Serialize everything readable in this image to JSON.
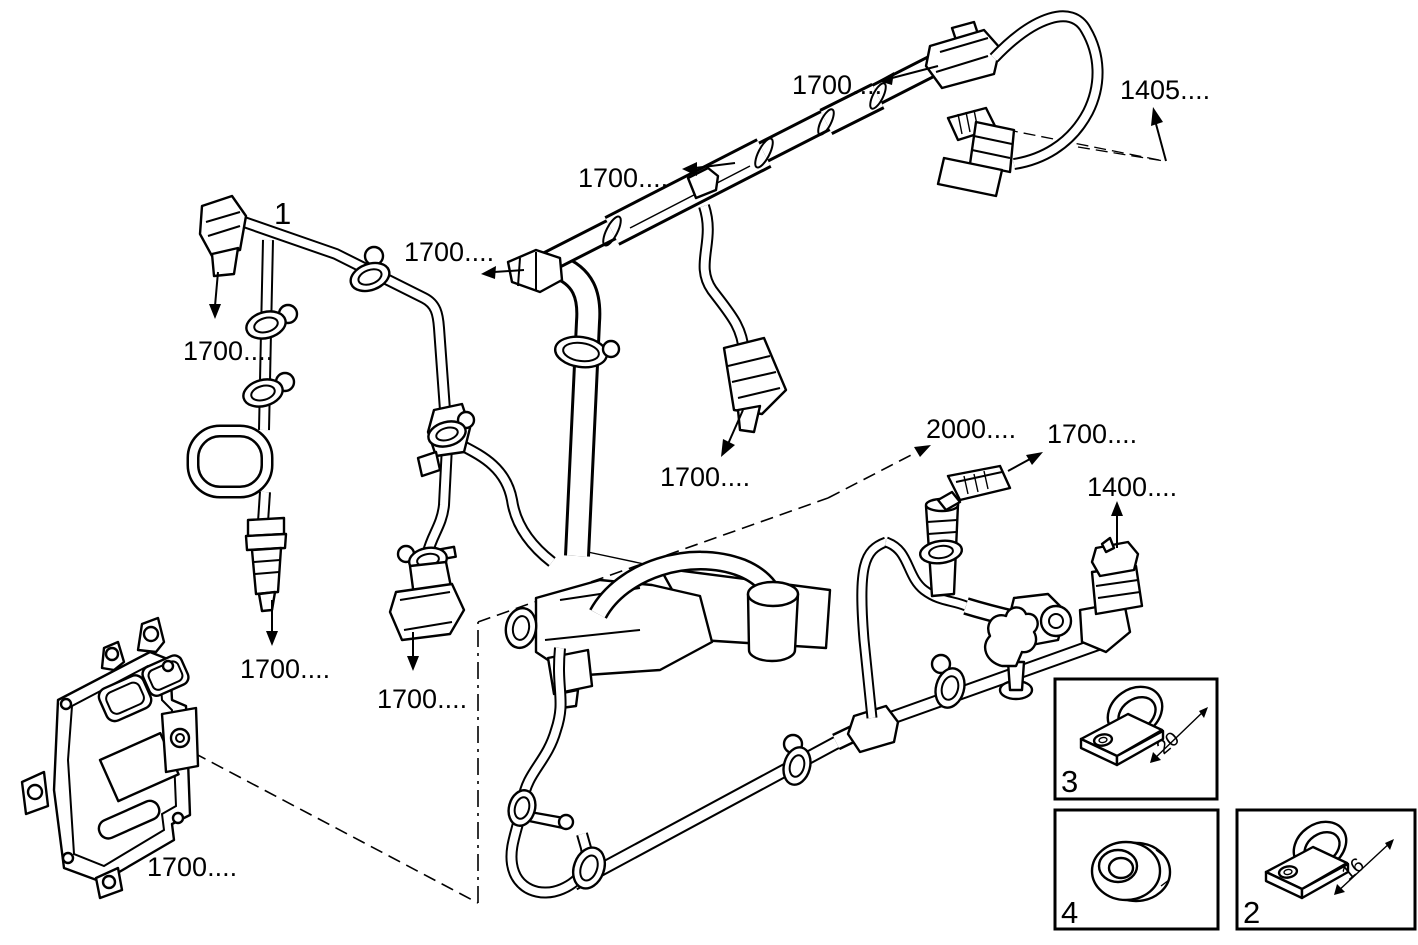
{
  "figure": {
    "background": "#ffffff",
    "ink": "#000000",
    "description": "Exploded parts-catalogue line diagram of an engine wiring harness / electric cable installation with ECU, connectors, clips and part-number callouts"
  },
  "annotations": [
    {
      "id": "callout-1",
      "text": "1"
    },
    {
      "id": "part-left-sensor-connector",
      "text": "1700...."
    },
    {
      "id": "part-left-harness-fitting",
      "text": "1700...."
    },
    {
      "id": "part-trunk-branch",
      "text": "1700...."
    },
    {
      "id": "part-trunk-top",
      "text": "1700...."
    },
    {
      "id": "part-sensor-cable-loop",
      "text": "1405...."
    },
    {
      "id": "part-center-branch-connector",
      "text": "1700...."
    },
    {
      "id": "part-harness-zone",
      "text": "2000...."
    },
    {
      "id": "part-right-sensor-plug",
      "text": "1700...."
    },
    {
      "id": "part-right-end-connector",
      "text": "1400...."
    },
    {
      "id": "part-left-glow-connector",
      "text": "1700...."
    },
    {
      "id": "part-left-mount-connector",
      "text": "1700...."
    },
    {
      "id": "part-ecu-harness",
      "text": "1700...."
    }
  ],
  "insets": [
    {
      "id": "clamp-large",
      "number": "3",
      "dimension": "20"
    },
    {
      "id": "grommet-nut",
      "number": "4",
      "dimension": ""
    },
    {
      "id": "clamp-small",
      "number": "2",
      "dimension": "16"
    }
  ]
}
